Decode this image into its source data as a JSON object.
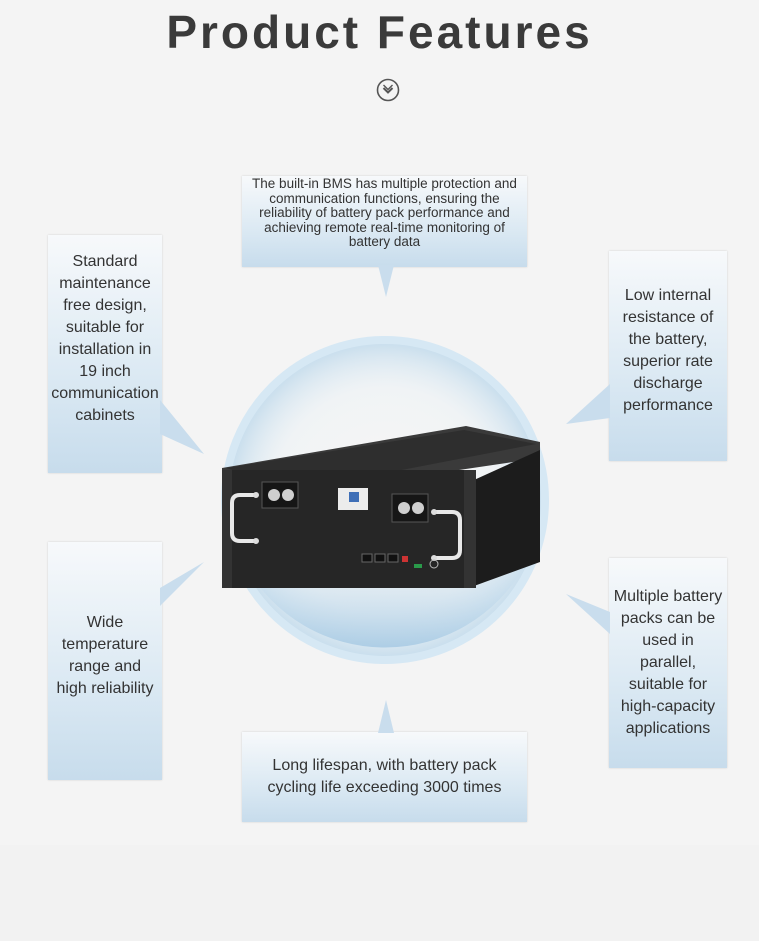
{
  "header": {
    "title": "Product Features"
  },
  "features": {
    "top": "The built-in BMS has multiple protection and communication functions, ensuring the reliability of battery pack performance and achieving remote real-time monitoring of battery data",
    "left_top": "Standard maintenance free design, suitable for installation in 19 inch communication cabinets",
    "right_top": "Low internal resistance of the battery, superior rate discharge performance",
    "left_bottom": "Wide temperature range and high reliability",
    "right_bottom": "Multiple battery packs can be used in parallel, suitable for high-capacity applications",
    "bottom": "Long lifespan, with battery pack cycling life exceeding 3000 times"
  },
  "colors": {
    "title": "#3a3a3a",
    "box_gradient_top": "#f7f9fb",
    "box_gradient_bottom": "#c7dcec",
    "battery_body": "#262626",
    "ring": "#cfe3f2"
  },
  "icons": {
    "chevron": "chevron-down-circle-icon"
  }
}
